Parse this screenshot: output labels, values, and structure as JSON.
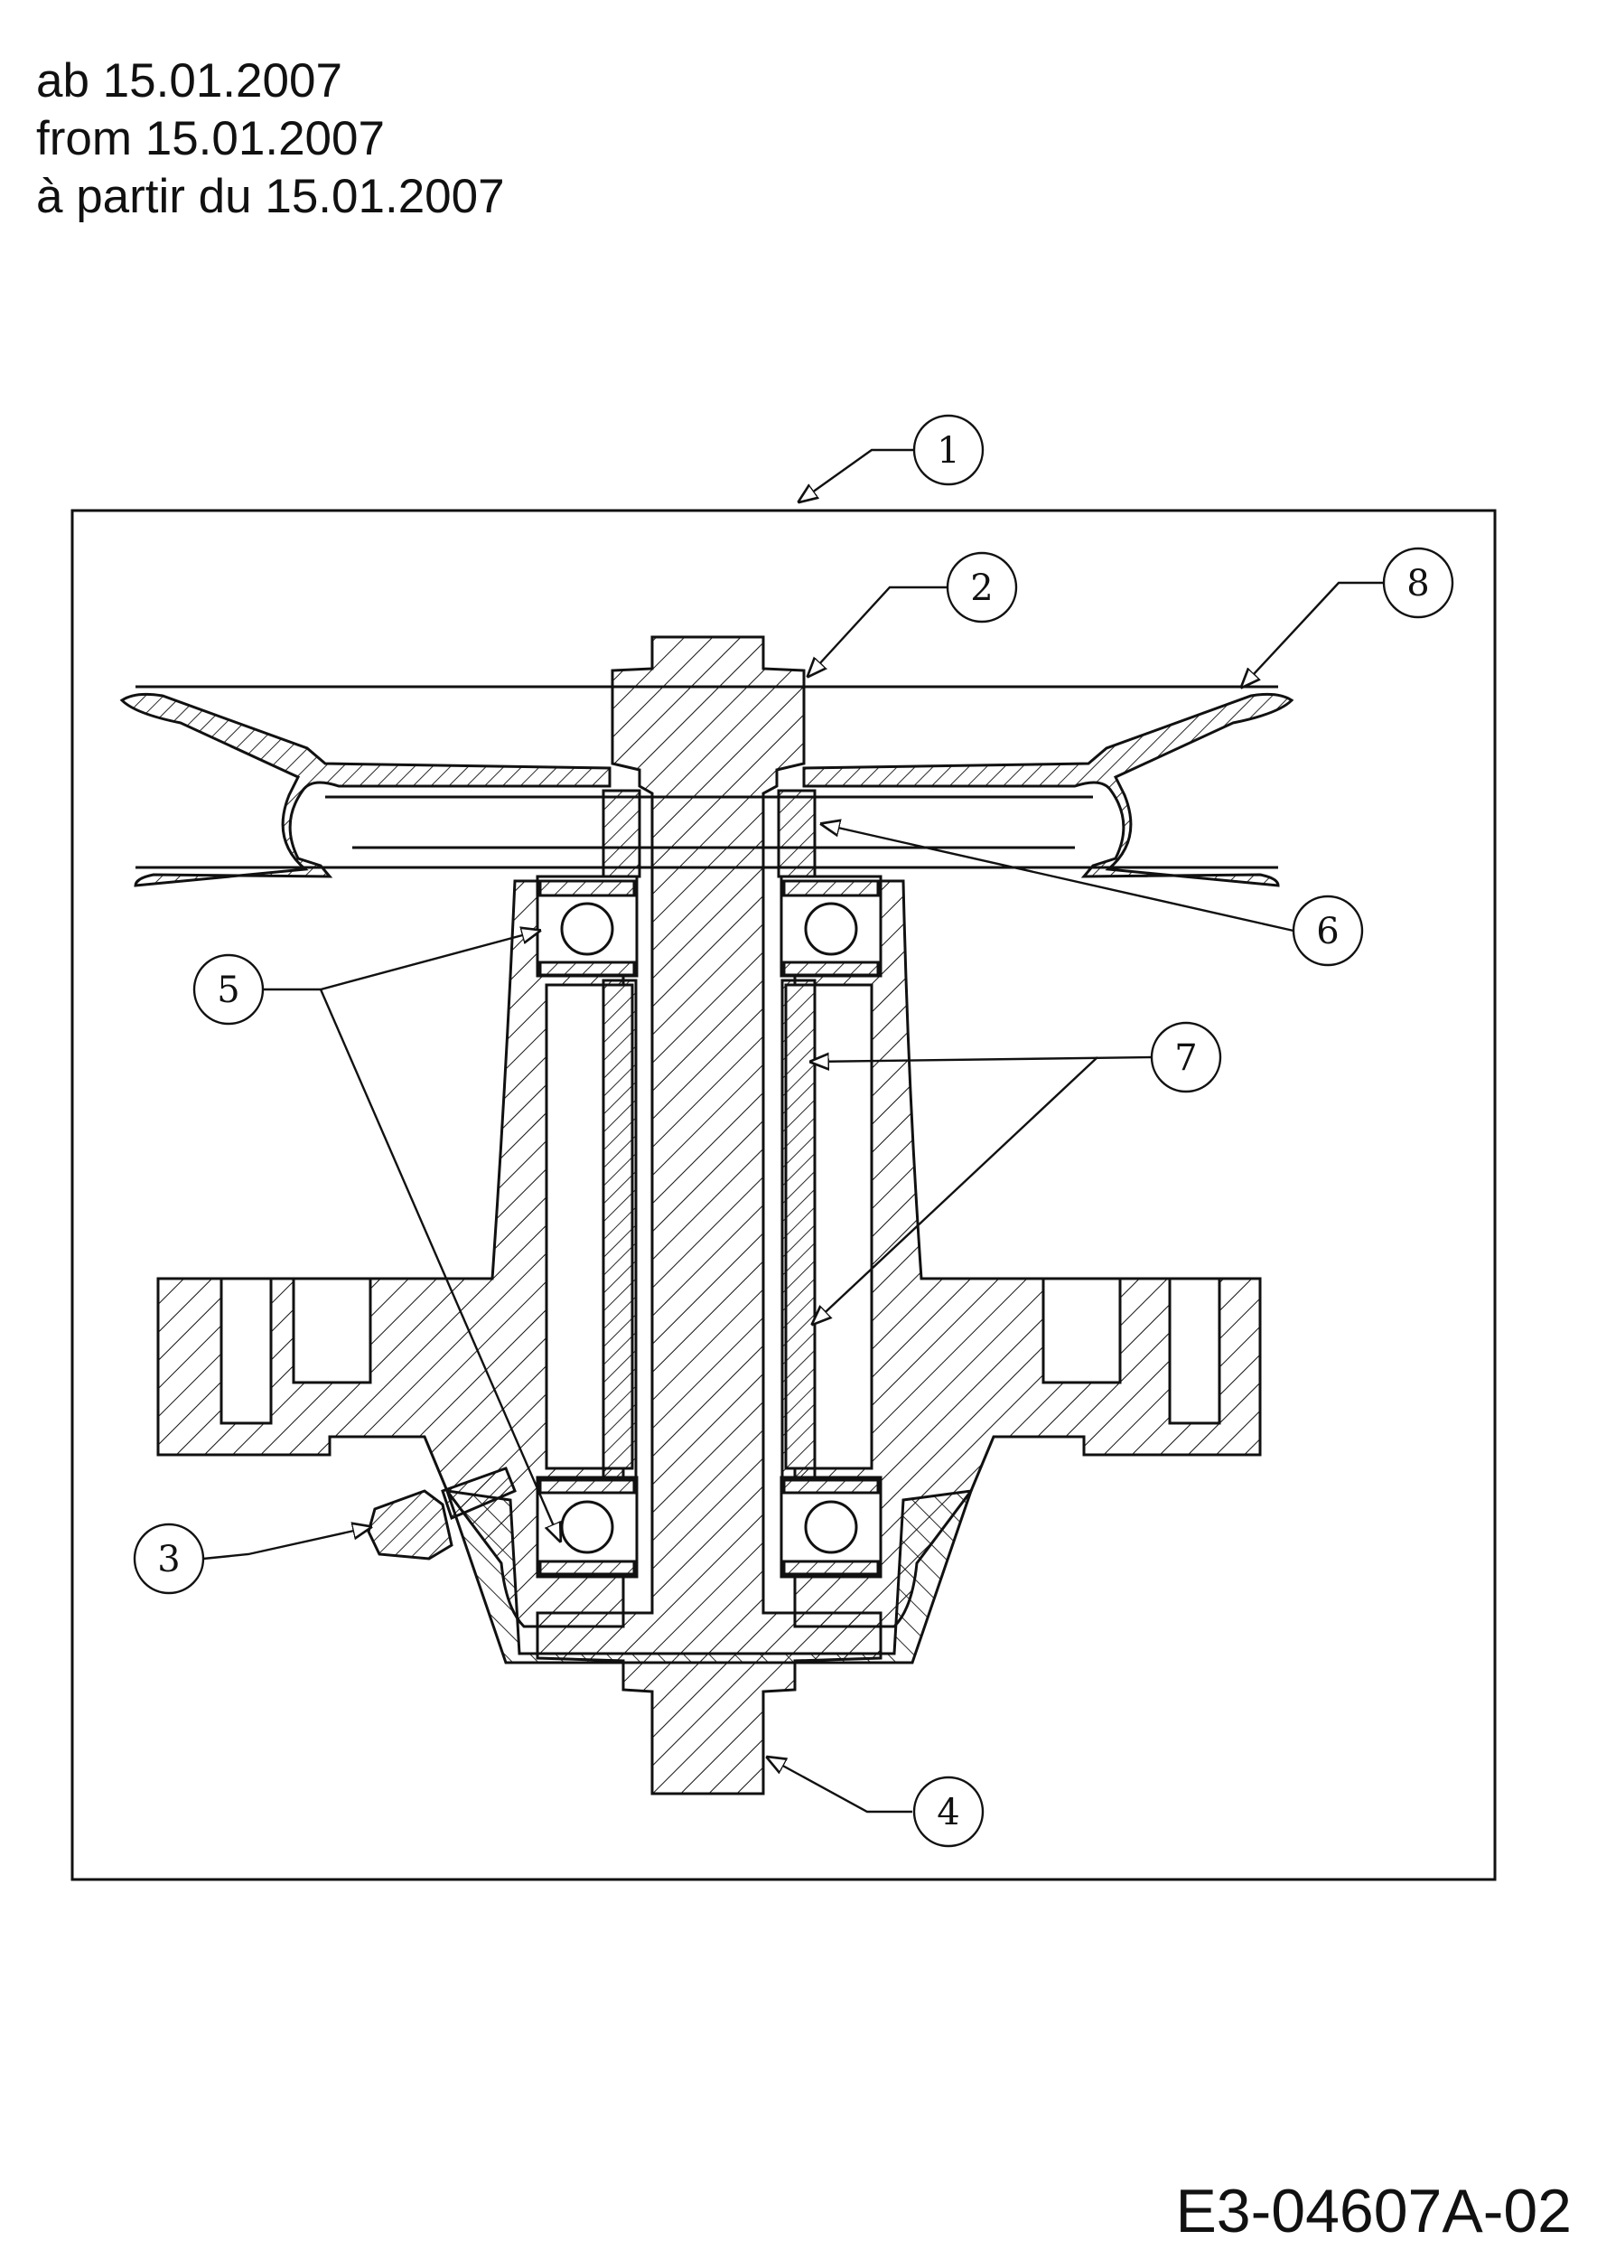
{
  "header": {
    "lines": [
      "ab 15.01.2007",
      "from 15.01.2007",
      "à partir du 15.01.2007"
    ]
  },
  "drawing_code": "E3-04607A-02",
  "callouts": [
    "1",
    "2",
    "3",
    "4",
    "5",
    "6",
    "7",
    "8"
  ],
  "colors": {
    "line": "#111111",
    "background": "#ffffff"
  }
}
